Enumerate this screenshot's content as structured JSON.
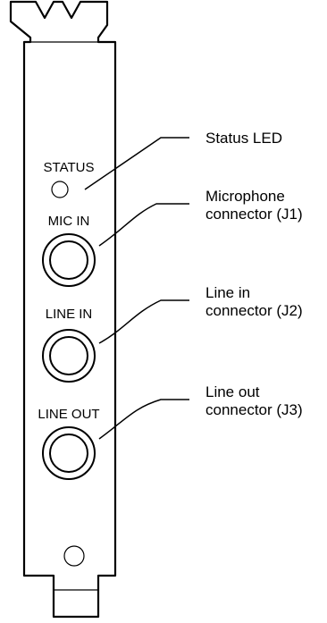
{
  "panel_labels": {
    "status": "STATUS",
    "mic_in": "MIC IN",
    "line_in": "LINE IN",
    "line_out": "LINE OUT"
  },
  "callouts": {
    "status_led": [
      "Status LED"
    ],
    "microphone": [
      "Microphone",
      "connector (J1)"
    ],
    "line_in": [
      "Line in",
      "connector (J2)"
    ],
    "line_out": [
      "Line out",
      "connector (J3)"
    ]
  }
}
